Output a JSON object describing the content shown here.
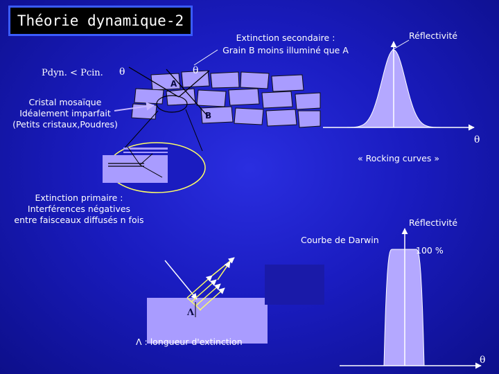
{
  "title": "Théorie dynamique-2",
  "labels": {
    "pdyn": "Pdyn. < Pcin.",
    "theta_left": "θ",
    "theta_right": "θ",
    "grain_a": "A",
    "grain_b": "B",
    "mosaic_line1": "Cristal mosaïque",
    "mosaic_line2": "Idéalement imparfait",
    "mosaic_line3": "(Petits cristaux,Poudres)",
    "sec_ext_line1": "Extinction secondaire :",
    "sec_ext_line2": "Grain B moins illuminé que A",
    "reflect_top": "Réflectivité",
    "theta_axis_top": "θ",
    "rocking": "« Rocking curves »",
    "prim_line1": "Extinction primaire :",
    "prim_line2": "Interférences négatives",
    "prim_line3": "entre faisceaux diffusés n fois",
    "reflect_bottom": "Réflectivité",
    "darwin": "Courbe de Darwin",
    "hundred": "100 %",
    "lambda_small": "Λ",
    "lambda_def": "Λ : longueur d'extinction",
    "theta_axis_bottom": "θ"
  },
  "colors": {
    "background": "#1a1cc0",
    "lavender": "#a99cff",
    "grain_border": "#000000",
    "ellipse": "#ffff66",
    "arrow": "#ffffff",
    "curve_fill": "#b4a8ff"
  }
}
